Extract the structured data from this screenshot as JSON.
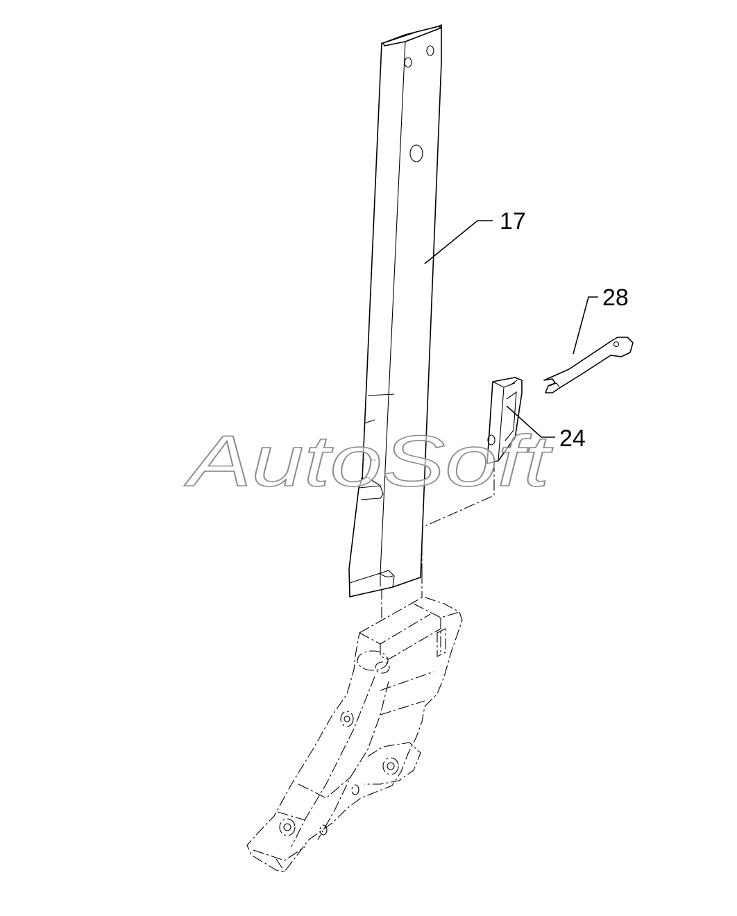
{
  "watermark": "AutoSoft",
  "callouts": [
    {
      "id": "17",
      "label": "17"
    },
    {
      "id": "28",
      "label": "28"
    },
    {
      "id": "24",
      "label": "24"
    }
  ]
}
